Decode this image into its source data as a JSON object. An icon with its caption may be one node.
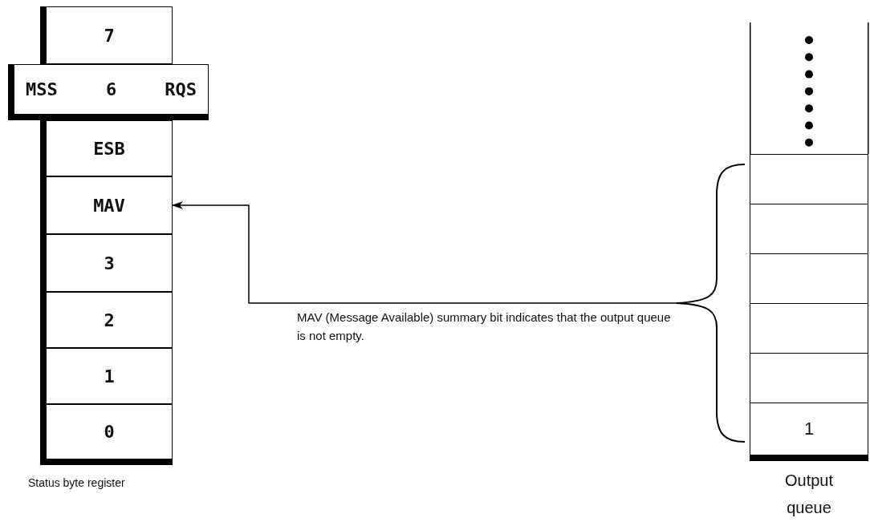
{
  "diagram": {
    "nodes": [
      {
        "text": [
          "Status byte register"
        ]
      },
      {
        "text": [
          "7"
        ],
        "in": 0
      },
      {
        "text": [
          "MSS",
          "6",
          "RQS"
        ],
        "in": 0
      },
      {
        "text": [
          "ESB"
        ],
        "in": 0
      },
      {
        "text": [
          "MAV"
        ],
        "in": 0
      },
      {
        "text": [
          "3"
        ],
        "in": 0
      },
      {
        "text": [
          "2"
        ],
        "in": 0
      },
      {
        "text": [
          "1"
        ],
        "in": 0
      },
      {
        "text": [
          "0"
        ],
        "in": 0
      },
      {
        "text": [
          "Output queue"
        ]
      },
      {
        "text": [],
        "shape": "box",
        "in": 9
      },
      {
        "text": [],
        "shape": "box",
        "in": 9
      },
      {
        "text": [],
        "shape": "box",
        "in": 9
      },
      {
        "text": [],
        "shape": "box",
        "in": 9
      },
      {
        "text": [],
        "shape": "box",
        "in": 9
      },
      {
        "text": [
          "1"
        ],
        "in": 9
      },
      {
        "text": [],
        "shape": "brace"
      }
    ],
    "edges": [
      {
        "from": 16,
        "to": 4,
        "arrow": "to",
        "label": "MAV (Message Available) summary bit indicates that the output queue is not empty."
      }
    ]
  }
}
